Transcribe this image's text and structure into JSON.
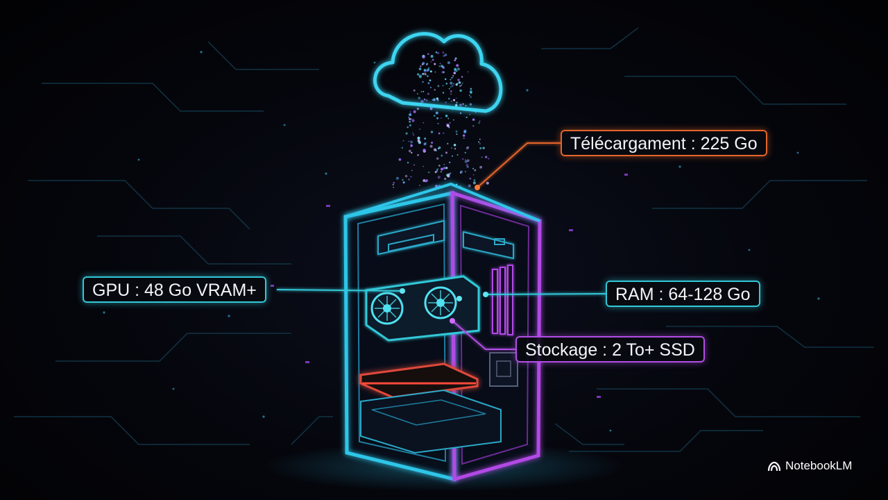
{
  "callouts": {
    "download": "Télécargament : 225 Go",
    "gpu": "GPU : 48 Go VRAM+",
    "ram": "RAM : 64-128 Go",
    "storage": "Stockage : 2 To+ SSD"
  },
  "brand": {
    "name": "NotebookLM",
    "icon": "notebooklm-logo-icon"
  },
  "colors": {
    "cyan": "#33c8d8",
    "orange": "#e4652a",
    "purple": "#b14ee4",
    "background": "#030306"
  },
  "icons": [
    "cloud-icon",
    "computer-tower-icon",
    "graphics-card-icon"
  ]
}
